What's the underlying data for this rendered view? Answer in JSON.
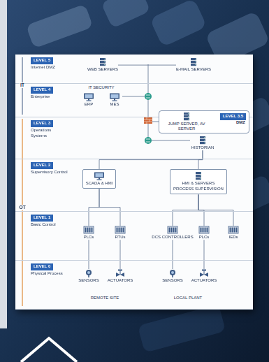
{
  "diagram": {
    "nodes": [
      {
        "text": [
          "LEVEL 5",
          "Internet DMZ"
        ]
      },
      {
        "text": [
          "WEB SERVERS"
        ],
        "in": 0
      },
      {
        "text": [
          "E-MAIL SERVERS"
        ],
        "in": 0
      },
      {
        "text": [
          "LEVEL 4",
          "Enterprise"
        ]
      },
      {
        "text": [
          "ERP"
        ],
        "in": 3
      },
      {
        "text": [
          "MES"
        ],
        "in": 3
      },
      {
        "text": [
          "LEVEL 3.5",
          "DMZ"
        ]
      },
      {
        "text": [
          "JUMP SERVER, AV SERVER"
        ],
        "in": 6
      },
      {
        "text": [
          "LEVEL 3",
          "Operations Systems"
        ]
      },
      {
        "text": [
          "HISTORIAN"
        ],
        "in": 8
      },
      {
        "text": [
          "LEVEL 2",
          "Supervisory Control"
        ]
      },
      {
        "text": [
          "SCADA & HMI"
        ],
        "in": 10
      },
      {
        "text": [
          "HMI & SERVERS",
          "PROCESS SUPERVISION"
        ],
        "in": 10
      },
      {
        "text": [
          "LEVEL 1",
          "Basic Control"
        ]
      },
      {
        "text": [
          "PLCs"
        ],
        "in": 13
      },
      {
        "text": [
          "RTUs"
        ],
        "in": 13
      },
      {
        "text": [
          "DCS CONTROLLERS"
        ],
        "in": 13
      },
      {
        "text": [
          "PLCs"
        ],
        "in": 13
      },
      {
        "text": [
          "IEDs"
        ],
        "in": 13
      },
      {
        "text": [
          "LEVEL 0",
          "Physical Process"
        ]
      },
      {
        "text": [
          "SENSORS"
        ],
        "in": 19
      },
      {
        "text": [
          "ACTUATORS"
        ],
        "in": 19
      },
      {
        "text": [
          "SENSORS"
        ],
        "in": 19
      },
      {
        "text": [
          "ACTUATORS"
        ],
        "in": 19
      }
    ],
    "edges": [
      {
        "from": 1,
        "to": 2,
        "arrow": "none"
      },
      {
        "from": 9,
        "to": 11,
        "arrow": "none"
      },
      {
        "from": 9,
        "to": 12,
        "arrow": "none"
      },
      {
        "from": 11,
        "to": 14,
        "arrow": "none"
      },
      {
        "from": 11,
        "to": 15,
        "arrow": "none"
      },
      {
        "from": 12,
        "to": 16,
        "arrow": "none"
      },
      {
        "from": 12,
        "to": 17,
        "arrow": "none"
      },
      {
        "from": 12,
        "to": 18,
        "arrow": "none"
      },
      {
        "from": 14,
        "to": 20,
        "arrow": "none"
      },
      {
        "from": 15,
        "to": 21,
        "arrow": "none"
      },
      {
        "from": 16,
        "to": 22,
        "arrow": "none"
      },
      {
        "from": 17,
        "to": 23,
        "arrow": "none"
      }
    ],
    "labels": [
      "IT SECURITY",
      "REMOTE SITE",
      "LOCAL PLANT",
      "IT",
      "OT"
    ]
  }
}
